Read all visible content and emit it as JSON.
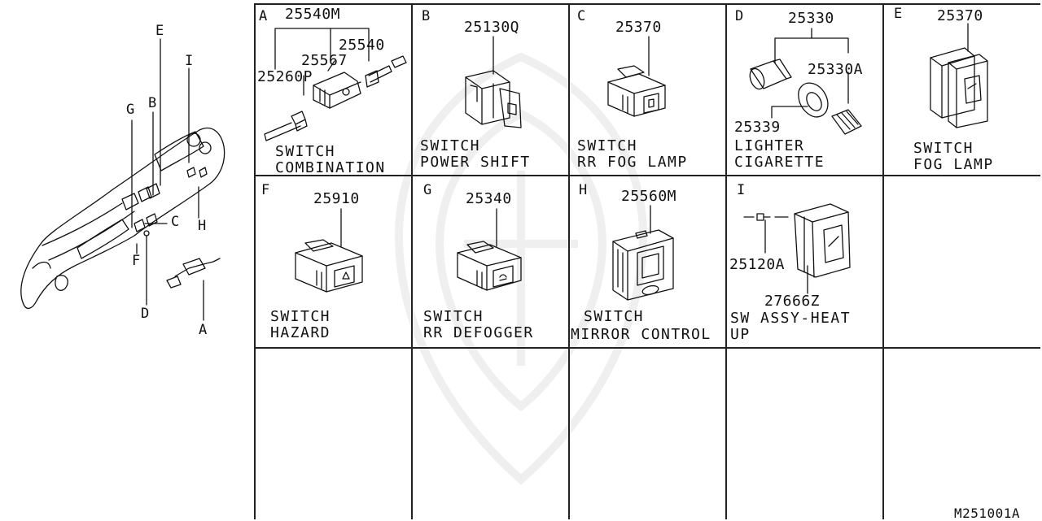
{
  "overview": {
    "callouts": {
      "E": "E",
      "I": "I",
      "G": "G",
      "B": "B",
      "C": "C",
      "F": "F",
      "H": "H",
      "D": "D",
      "A": "A"
    }
  },
  "cells": {
    "A": {
      "letter": "A",
      "parts": [
        "25540M",
        "25540",
        "25567",
        "25260P"
      ],
      "title": [
        "SWITCH",
        "COMBINATION"
      ]
    },
    "B": {
      "letter": "B",
      "parts": [
        "25130Q"
      ],
      "title": [
        "SWITCH",
        "POWER SHIFT"
      ]
    },
    "C": {
      "letter": "C",
      "parts": [
        "25370"
      ],
      "title": [
        "SWITCH",
        "RR FOG LAMP"
      ]
    },
    "D": {
      "letter": "D",
      "parts": [
        "25330",
        "25330A",
        "25339"
      ],
      "title": [
        "LIGHTER",
        "CIGARETTE"
      ]
    },
    "E": {
      "letter": "E",
      "parts": [
        "25370"
      ],
      "title": [
        "SWITCH",
        "FOG LAMP"
      ]
    },
    "F": {
      "letter": "F",
      "parts": [
        "25910"
      ],
      "title": [
        "SWITCH",
        "HAZARD"
      ]
    },
    "G": {
      "letter": "G",
      "parts": [
        "25340"
      ],
      "title": [
        "SWITCH",
        "RR DEFOGGER"
      ]
    },
    "H": {
      "letter": "H",
      "parts": [
        "25560M"
      ],
      "title": [
        "SWITCH",
        "MIRROR CONTROL"
      ]
    },
    "I": {
      "letter": "I",
      "parts": [
        "25120A",
        "27666Z"
      ],
      "title": [
        "SW ASSY-HEAT",
        "UP"
      ]
    }
  },
  "diagram_code": "M251001A"
}
